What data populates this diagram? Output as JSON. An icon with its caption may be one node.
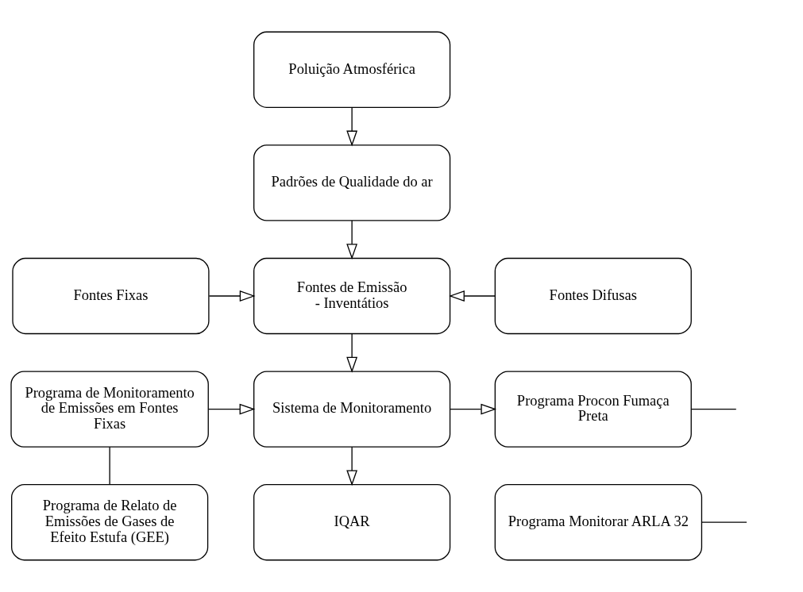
{
  "diagram": {
    "nodes": [
      {
        "text": [
          "Poluição Atmosférica"
        ]
      },
      {
        "text": [
          "Padrões de Qualidade do ar"
        ]
      },
      {
        "text": [
          "Fontes Fixas"
        ]
      },
      {
        "text": [
          "Fontes de Emissão",
          "- Inventátios"
        ]
      },
      {
        "text": [
          "Fontes Difusas"
        ]
      },
      {
        "text": [
          "Programa de Monitoramento de Emissões em Fontes Fixas"
        ]
      },
      {
        "text": [
          "Sistema de Monitoramento"
        ]
      },
      {
        "text": [
          "Programa Procon Fumaça Preta"
        ]
      },
      {
        "text": [
          "Programa de Relato de Emissões de Gases de Efeito Estufa (GEE)"
        ]
      },
      {
        "text": [
          "IQAR"
        ]
      },
      {
        "text": [
          "Programa Monitorar ARLA 32"
        ]
      }
    ],
    "edges": [
      {
        "from": 0,
        "to": 1,
        "arrow": "to"
      },
      {
        "from": 1,
        "to": 3,
        "arrow": "to"
      },
      {
        "from": 2,
        "to": 3,
        "arrow": "to"
      },
      {
        "from": 4,
        "to": 3,
        "arrow": "to"
      },
      {
        "from": 3,
        "to": 6,
        "arrow": "to"
      },
      {
        "from": 5,
        "to": 6,
        "arrow": "to"
      },
      {
        "from": 6,
        "to": 7,
        "arrow": "to"
      },
      {
        "from": 6,
        "to": 9,
        "arrow": "to"
      },
      {
        "from": 5,
        "to": 8,
        "arrow": "none"
      },
      {
        "from": 7,
        "to": null,
        "arrow": "none"
      },
      {
        "from": 10,
        "to": null,
        "arrow": "none"
      }
    ]
  }
}
